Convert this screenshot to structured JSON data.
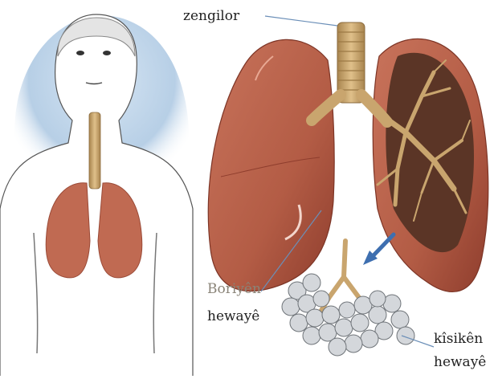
{
  "labels": {
    "trachea": "zengilor",
    "bronchi_line1": "Boriyên",
    "bronchi_line2": "hewayê",
    "alveoli_line1": "kîsikên",
    "alveoli_line2": "hewayê"
  },
  "colors": {
    "lung_fill": "#b8614a",
    "lung_dark": "#8e3d2d",
    "airway": "#c9a56e",
    "airway_dark": "#8a6a3c",
    "body_glow": "#b7cfe6",
    "bronchi_bg": "#5b3526",
    "alveoli": "#c9ccd0",
    "leader_line": "#6b8fb8",
    "arrow": "#3e6fb0"
  }
}
